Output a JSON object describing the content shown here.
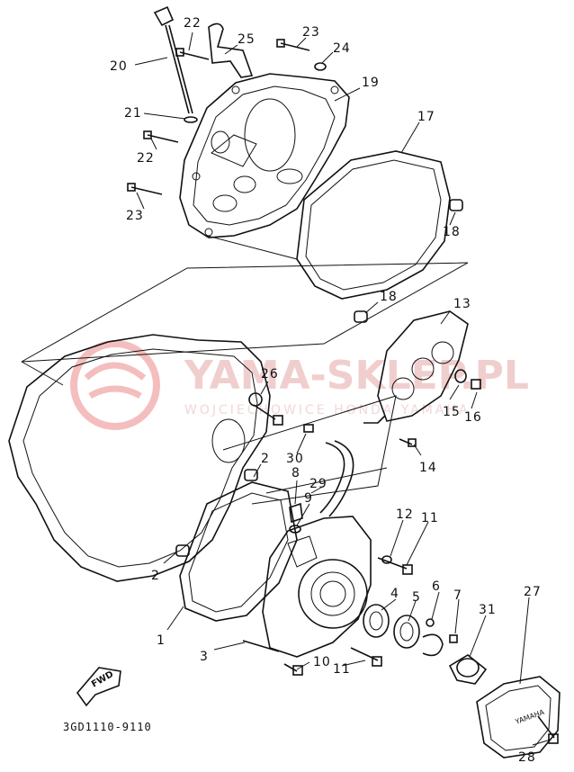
{
  "diagram_code": "3GD1110-9110",
  "fwd_label": "FWD",
  "watermark": {
    "main": "YAMA-SKLEP.PL",
    "sub": "WOJCIECHOWICE HONDA YAMAHA"
  },
  "callouts": [
    "1",
    "2",
    "2",
    "3",
    "4",
    "5",
    "6",
    "7",
    "8",
    "9",
    "10",
    "11",
    "11",
    "12",
    "13",
    "14",
    "15",
    "16",
    "17",
    "18",
    "18",
    "19",
    "20",
    "21",
    "22",
    "22",
    "23",
    "23",
    "24",
    "25",
    "26",
    "27",
    "28",
    "29",
    "30",
    "31"
  ]
}
